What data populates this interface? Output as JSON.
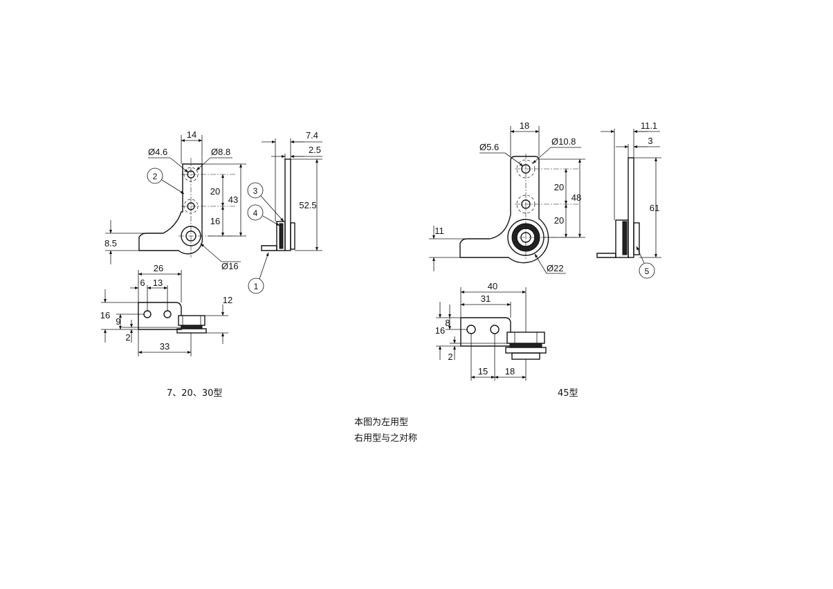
{
  "left_model": {
    "caption": "7、20、30型",
    "front_dims": {
      "width_top": "14",
      "hole_small": "Ø4.6",
      "hole_large": "Ø8.8",
      "pitch_1": "20",
      "pitch_2": "16",
      "height": "43",
      "foot_height": "8.5",
      "pivot": "Ø16"
    },
    "side_dims": {
      "thickness_total": "7.4",
      "thickness_plate": "2.5",
      "height": "52.5"
    },
    "bottom_dims": {
      "length": "26",
      "hole_offset": "6",
      "hole_pitch": "13",
      "height": "16",
      "hole_height": "9",
      "base": "2",
      "pivot_height": "12",
      "overall": "33"
    },
    "balloons": [
      "1",
      "2",
      "3",
      "4"
    ]
  },
  "right_model": {
    "caption": "45型",
    "front_dims": {
      "width_top": "18",
      "hole_small": "Ø5.6",
      "hole_large": "Ø10.8",
      "pitch_1": "20",
      "pitch_2": "20",
      "height": "48",
      "foot_height": "11",
      "pivot": "Ø22"
    },
    "side_dims": {
      "thickness_total": "11.1",
      "thickness_plate": "3",
      "height": "61"
    },
    "bottom_dims": {
      "length": "40",
      "hole_span": "31",
      "height": "16",
      "hole_height": "8",
      "base": "2",
      "pitch_a": "15",
      "pitch_b": "18"
    },
    "balloons": [
      "5"
    ]
  },
  "notes": {
    "line1": "本图为左用型",
    "line2": "右用型与之对称"
  }
}
